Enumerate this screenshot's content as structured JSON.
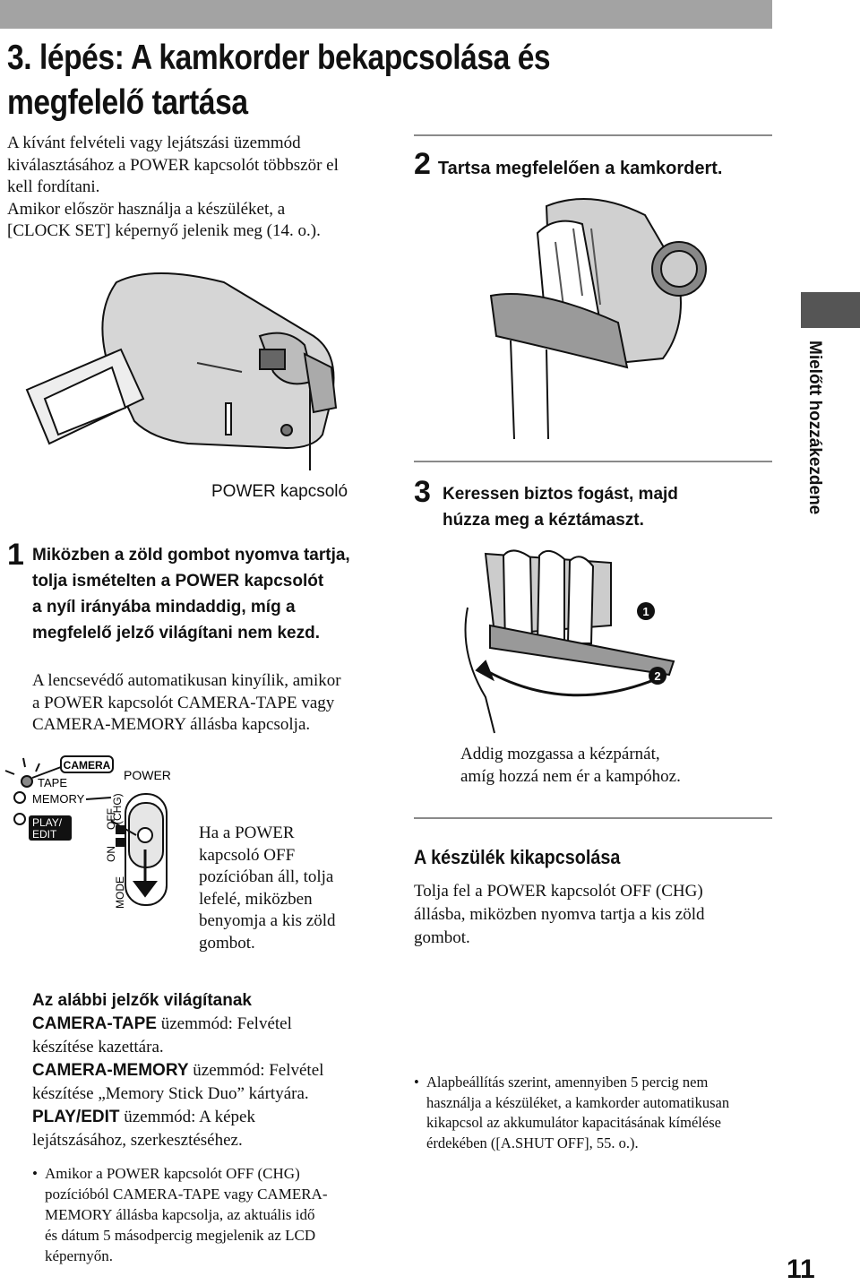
{
  "page": {
    "title_line1": "3. lépés: A kamkorder bekapcsolása és",
    "title_line2": "megfelelő tartása",
    "intro": [
      "A kívánt felvételi vagy lejátszási üzemmód",
      "kiválasztásához a POWER kapcsolót többször el",
      "kell fordítani.",
      "Amikor először használja a készüléket, a",
      "[CLOCK SET] képernyő jelenik meg (14. o.)."
    ],
    "power_switch_label": "POWER kapcsoló",
    "step1": {
      "number": "1",
      "lines": [
        "Miközben a zöld gombot nyomva tartja,",
        "tolja ismételten a POWER kapcsolót",
        "a nyíl irányába mindaddig, míg a",
        "megfelelő jelző világítani nem kezd."
      ],
      "note": [
        "A lencsevédő automatikusan kinyílik, amikor",
        "a POWER kapcsolót CAMERA-TAPE vagy",
        "CAMERA-MEMORY állásba kapcsolja."
      ]
    },
    "switch_diagram": {
      "camera": "CAMERA",
      "tape": "TAPE",
      "memory": "MEMORY",
      "play_edit_1": "PLAY/",
      "play_edit_2": "EDIT",
      "power": "POWER",
      "chg": "(CHG)",
      "on": "ON",
      "off": "OFF",
      "mode": "MODE"
    },
    "off_note": [
      "Ha a POWER",
      "kapcsoló OFF",
      "pozícióban áll, tolja",
      "lefelé, miközben",
      "benyomja a kis zöld",
      "gombot."
    ],
    "indicators": {
      "heading": "Az alábbi jelzők világítanak",
      "rows": [
        {
          "mode": "CAMERA-TAPE",
          "text_a": " üzemmód: Felvétel",
          "text_b": "készítése kazettára."
        },
        {
          "mode": "CAMERA-MEMORY",
          "text_a": " üzemmód: Felvétel",
          "text_b": "készítése „Memory Stick Duo” kártyára."
        },
        {
          "mode": "PLAY/EDIT",
          "text_a": " üzemmód: A képek",
          "text_b": "lejátszásához, szerkesztéséhez."
        }
      ]
    },
    "bullet1": [
      "Amikor a POWER kapcsolót OFF (CHG)",
      "pozícióból CAMERA-TAPE vagy CAMERA-",
      "MEMORY állásba kapcsolja, az aktuális idő",
      "és dátum 5 másodpercig megjelenik az LCD",
      "képernyőn."
    ],
    "step2": {
      "number": "2",
      "text": "Tartsa megfelelően a kamkordert."
    },
    "step3": {
      "number": "3",
      "line1": "Keressen biztos fogást, majd",
      "line2": "húzza meg a kéztámaszt."
    },
    "strap_marker_1": "1",
    "strap_marker_2": "2",
    "strap_caption": [
      "Addig mozgassa a kézpárnát,",
      "amíg hozzá nem ér a kampóhoz."
    ],
    "poweroff": {
      "heading": "A készülék kikapcsolása",
      "text": [
        "Tolja fel a POWER kapcsolót OFF (CHG)",
        "állásba, miközben nyomva tartja a kis zöld",
        "gombot."
      ]
    },
    "bullet2": [
      "Alapbeállítás szerint, amennyiben 5 percig nem",
      "használja a készüléket, a kamkorder automatikusan",
      "kikapcsol az akkumulátor kapacitásának kímélése",
      "érdekében ([A.SHUT OFF], 55. o.)."
    ],
    "side_tab": "Mielőtt hozzákezdene",
    "page_number": "11"
  }
}
